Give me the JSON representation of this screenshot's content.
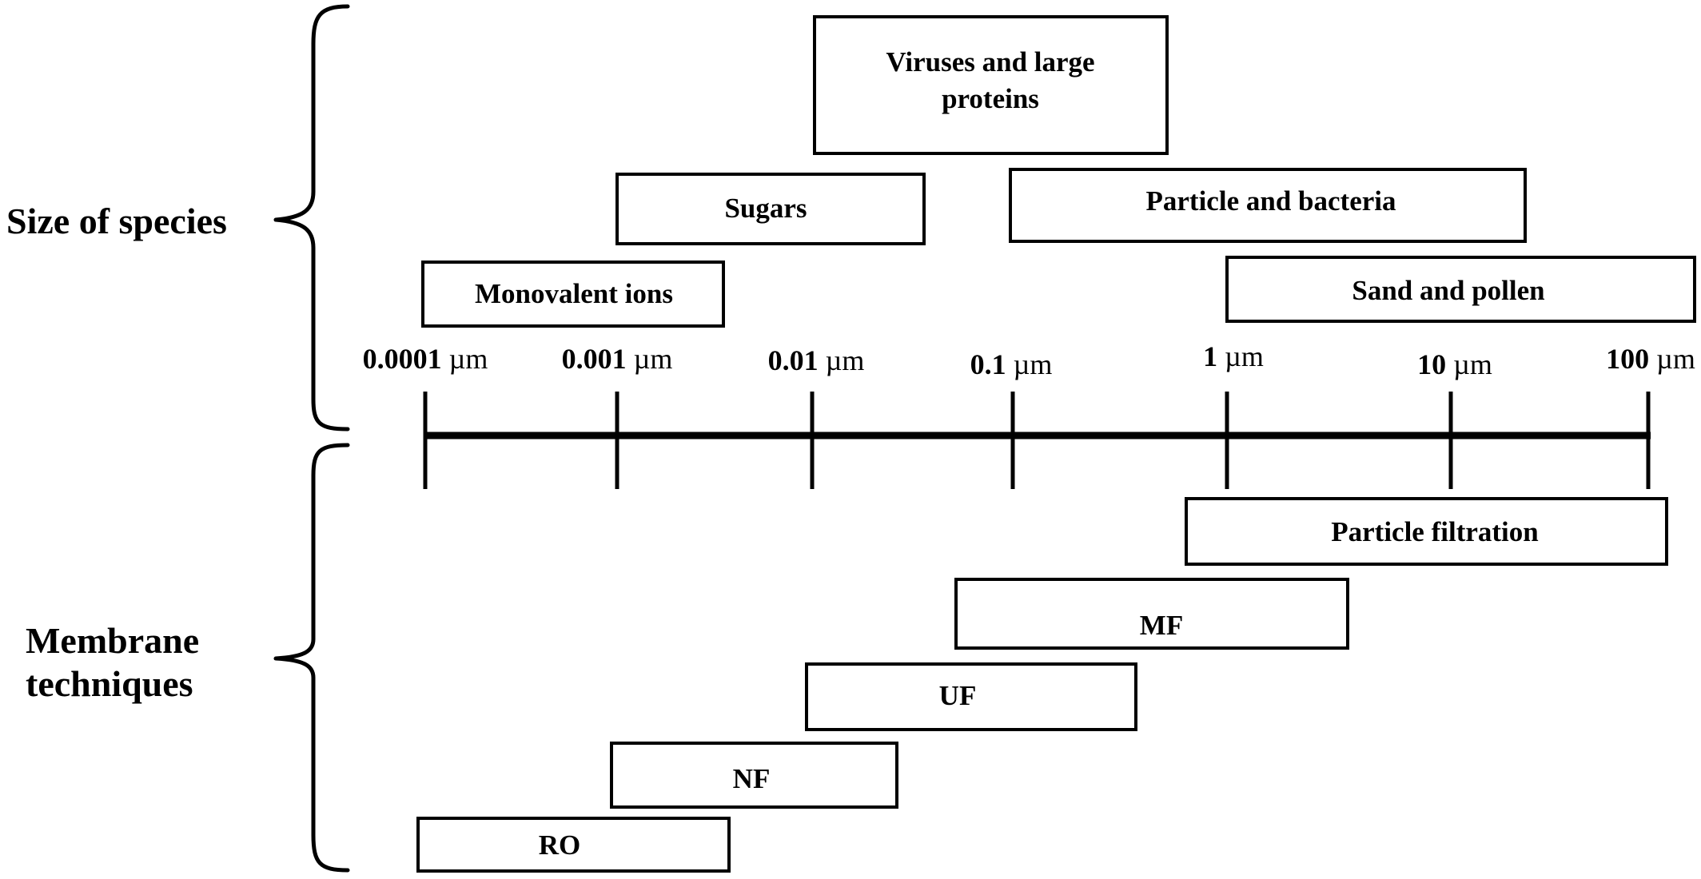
{
  "side_labels": {
    "size_of_species": "Size of species",
    "membrane_techniques_line1": "Membrane",
    "membrane_techniques_line2": "techniques"
  },
  "axis": {
    "ticks": [
      {
        "num": "0.0001",
        "unit": "µm"
      },
      {
        "num": "0.001",
        "unit": "µm"
      },
      {
        "num": "0.01",
        "unit": "µm"
      },
      {
        "num": "0.1",
        "unit": "µm"
      },
      {
        "num": "1",
        "unit": "µm"
      },
      {
        "num": "10",
        "unit": "µm"
      },
      {
        "num": "100",
        "unit": "µm"
      }
    ]
  },
  "species": {
    "viruses_line1": "Viruses and large",
    "viruses_line2": "proteins",
    "sugars": "Sugars",
    "particle_bacteria": "Particle and bacteria",
    "monovalent_ions": "Monovalent ions",
    "sand_pollen": "Sand and pollen"
  },
  "techniques": {
    "particle_filtration": "Particle filtration",
    "mf": "MF",
    "uf": "UF",
    "nf": "NF",
    "ro": "RO"
  }
}
